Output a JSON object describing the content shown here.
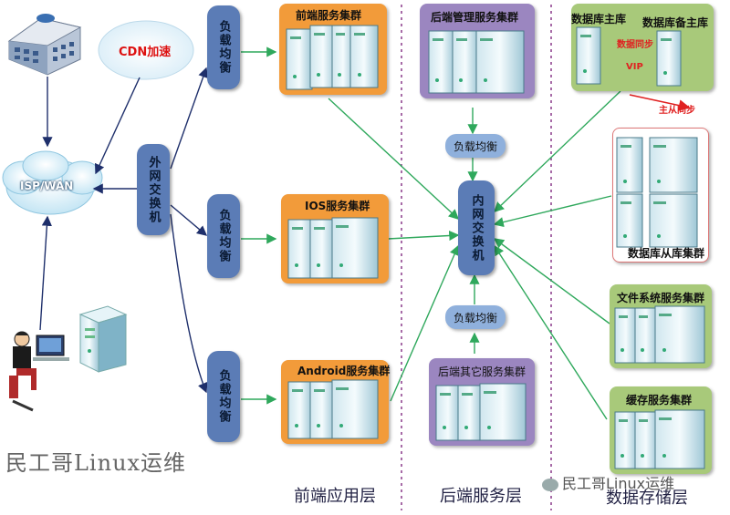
{
  "cdn_label": "CDN加速",
  "isp_label": "ISP/WAN",
  "outer_switch": "外网交换机",
  "inner_switch": "内网交换机",
  "load_balancer": "负载均衡",
  "clusters": {
    "frontend": "前端服务集群",
    "ios": "IOS服务集群",
    "android": "Android服务集群",
    "backend_mgmt": "后端管理服务集群",
    "backend_other": "后端其它服务集群",
    "db_slave": "数据库从库集群",
    "file_system": "文件系统服务集群",
    "cache": "缓存服务集群"
  },
  "db": {
    "master": "数据库主库",
    "backup": "数据库备主库",
    "sync": "数据同步",
    "vip": "VIP",
    "master_slave_sync": "主从同步"
  },
  "layers": {
    "frontend": "前端应用层",
    "backend": "后端服务层",
    "storage": "数据存储层"
  },
  "watermark_left": "民工哥Linux运维",
  "watermark_right": "民工哥Linux运维",
  "colors": {
    "orange": "#f29b3a",
    "purple": "#9b86c0",
    "green": "#a8c97a",
    "blue_pill": "#5b7cb6",
    "arrow_green": "#2fa85c",
    "arrow_navy": "#1e2f6b"
  }
}
